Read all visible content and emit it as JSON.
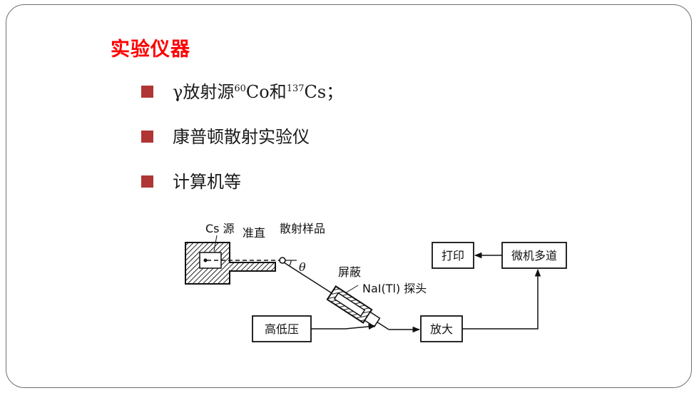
{
  "slide": {
    "title": "实验仪器",
    "bullet_color": "#b03535",
    "title_color": "#ff0000"
  },
  "bullets": [
    {
      "pre": "γ放射源",
      "sup1": "60",
      "mid": "Co和",
      "sup2": "137",
      "post": "Cs；"
    },
    {
      "text": "康普顿散射实验仪"
    },
    {
      "text": "计算机等"
    }
  ],
  "diagram": {
    "source_label": "Cs 源",
    "collimator_label": "准直",
    "sample_label": "散射样品",
    "angle_label": "θ",
    "shield_label": "屏蔽",
    "detector_label": "NaI(Tl) 探头",
    "hv_box": "高低压",
    "amp_box": "放大",
    "mca_box": "微机多道",
    "print_box": "打印"
  }
}
